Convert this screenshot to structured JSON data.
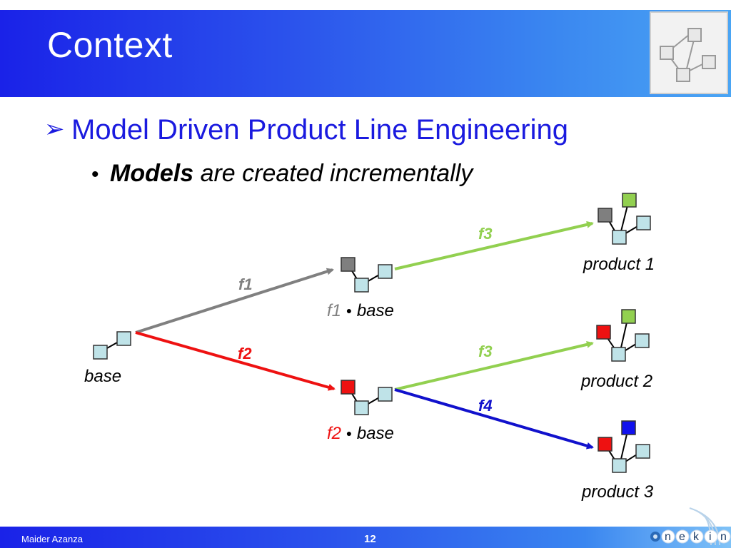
{
  "slide": {
    "title": "Context",
    "bullet1": "Model Driven Product Line Engineering",
    "bullet1_marker": "➢",
    "bullet2_marker": "•",
    "bullet2_bold": "Models",
    "bullet2_rest": " are created incrementally"
  },
  "diagram": {
    "nodes": {
      "base": "base",
      "f1_base_prefix": "f1",
      "f1_base_op": "●",
      "f1_base_suffix": "base",
      "f2_base_prefix": "f2",
      "f2_base_op": "●",
      "f2_base_suffix": "base",
      "product1": "product 1",
      "product2": "product 2",
      "product3": "product 3"
    },
    "edges": {
      "f1": "f1",
      "f2": "f2",
      "f3_top": "f3",
      "f3_mid": "f3",
      "f4": "f4"
    },
    "colors": {
      "f1": "#808080",
      "f2": "#ee1111",
      "f3": "#92d050",
      "f4": "#1111cc",
      "square_base": "#bfe3e8",
      "square_grey": "#7f7f7f",
      "square_red": "#ee1111",
      "square_green": "#92d050",
      "square_blue": "#1111ee"
    }
  },
  "footer": {
    "author": "Maider Azanza",
    "page": "12",
    "logo_letters": [
      "n",
      "e",
      "k",
      "i",
      "n"
    ]
  }
}
